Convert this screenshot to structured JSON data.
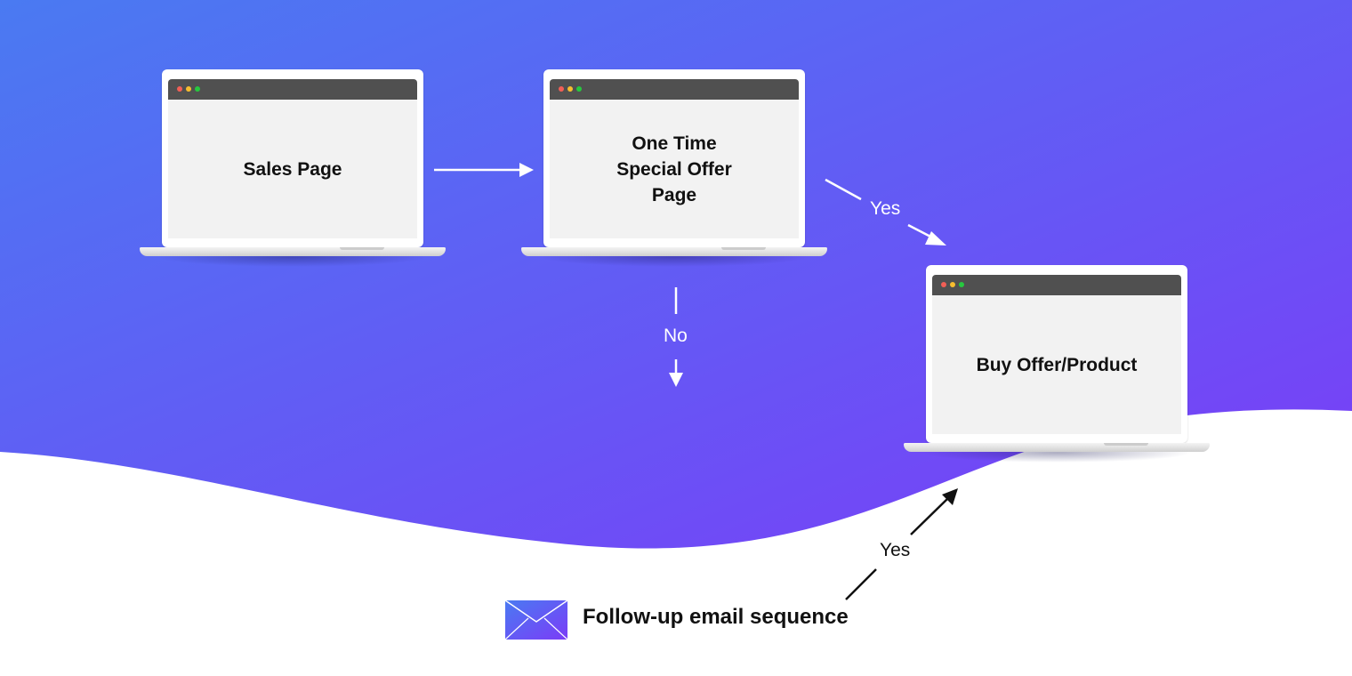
{
  "nodes": {
    "sales_page": "Sales Page",
    "one_time_offer": "One Time Special Offer Page",
    "buy_offer": "Buy Offer/Product",
    "follow_up_email": "Follow-up email sequence"
  },
  "edges": {
    "offer_yes": "Yes",
    "offer_no": "No",
    "email_yes": "Yes"
  },
  "colors": {
    "gradient_start": "#4a7af2",
    "gradient_end": "#7b3cf7",
    "window_bar": "#505050",
    "screen_fill": "#f2f2f2"
  },
  "icons": {
    "email": "envelope-icon"
  }
}
